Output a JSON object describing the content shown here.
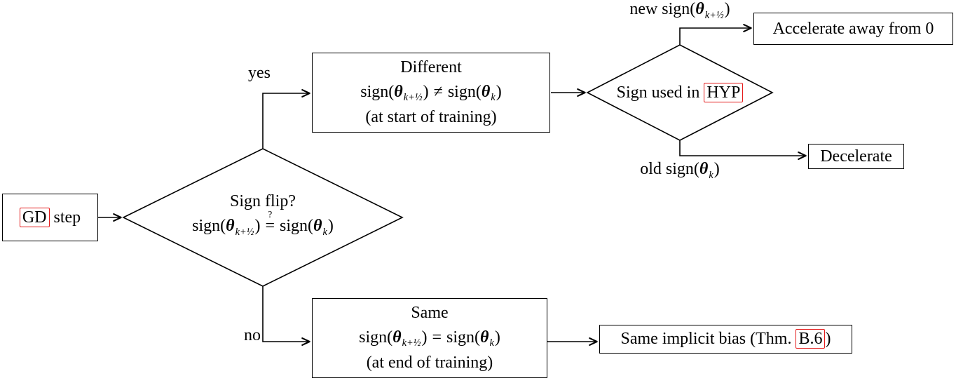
{
  "meta": {
    "type": "flowchart",
    "description": "Decision flowchart for sign flips after a gradient descent step"
  },
  "colors": {
    "line": "#000000",
    "background": "#ffffff",
    "link_box": "#e41a1a"
  },
  "tok": {
    "sign": "sign(",
    "theta": "θ",
    "sub_khalf": "k+½",
    "sub_k": "k",
    "rparen": ")",
    "neq": "≠",
    "eq": "=",
    "qmark": "?"
  },
  "nodes": {
    "gd": {
      "link": "GD",
      "rest": " step"
    },
    "flip": {
      "title": "Sign flip?"
    },
    "different": {
      "title": "Different",
      "note": "(at start of training)"
    },
    "same": {
      "title": "Same",
      "note": "(at end of training)"
    },
    "hyp": {
      "pre": "Sign used in ",
      "link": "HYP"
    },
    "accelerate": {
      "label": "Accelerate away from 0"
    },
    "decelerate": {
      "label": "Decelerate"
    },
    "bias": {
      "pre": "Same implicit bias (Thm. ",
      "link": "B.6",
      "post": ")"
    }
  },
  "edges": {
    "yes": "yes",
    "no": "no",
    "new_prefix": "new ",
    "old_prefix": "old "
  }
}
